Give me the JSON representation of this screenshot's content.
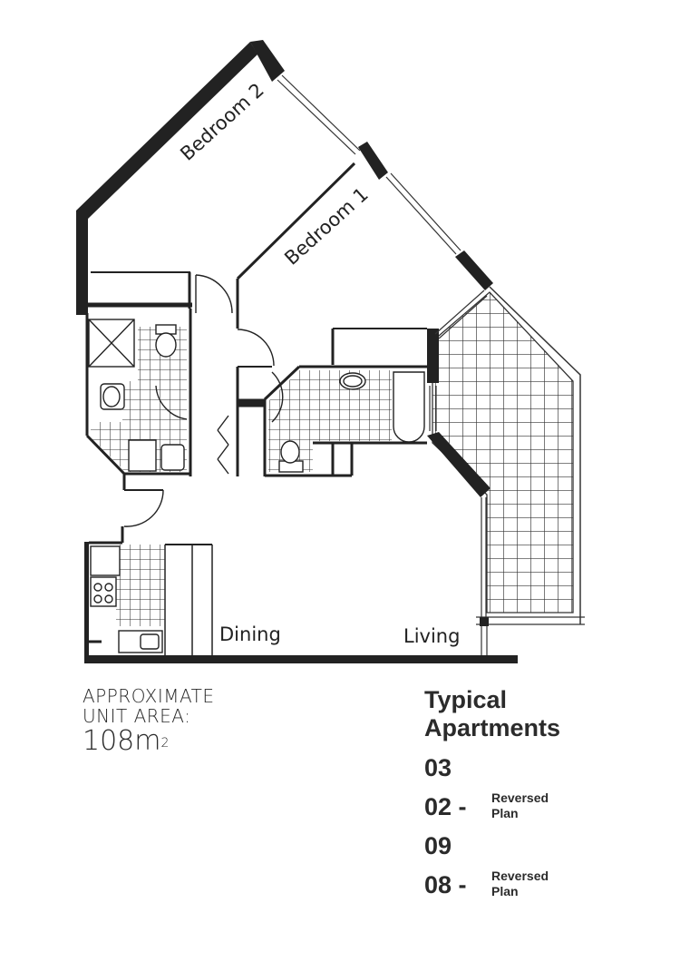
{
  "plan": {
    "rooms": {
      "bedroom2": "Bedroom 2",
      "bedroom1": "Bedroom 1",
      "dining": "Dining",
      "living": "Living"
    }
  },
  "area": {
    "line1": "APPROXIMATE",
    "line2": "UNIT AREA:",
    "value": "108m",
    "unit_sup": "2"
  },
  "typical": {
    "title_line1": "Typical",
    "title_line2": "Apartments",
    "apartments": [
      {
        "number": "03",
        "note": ""
      },
      {
        "number": "02 -",
        "note_line1": "Reversed",
        "note_line2": "Plan"
      },
      {
        "number": "09",
        "note": ""
      },
      {
        "number": "08 -",
        "note_line1": "Reversed",
        "note_line2": "Plan"
      }
    ]
  }
}
